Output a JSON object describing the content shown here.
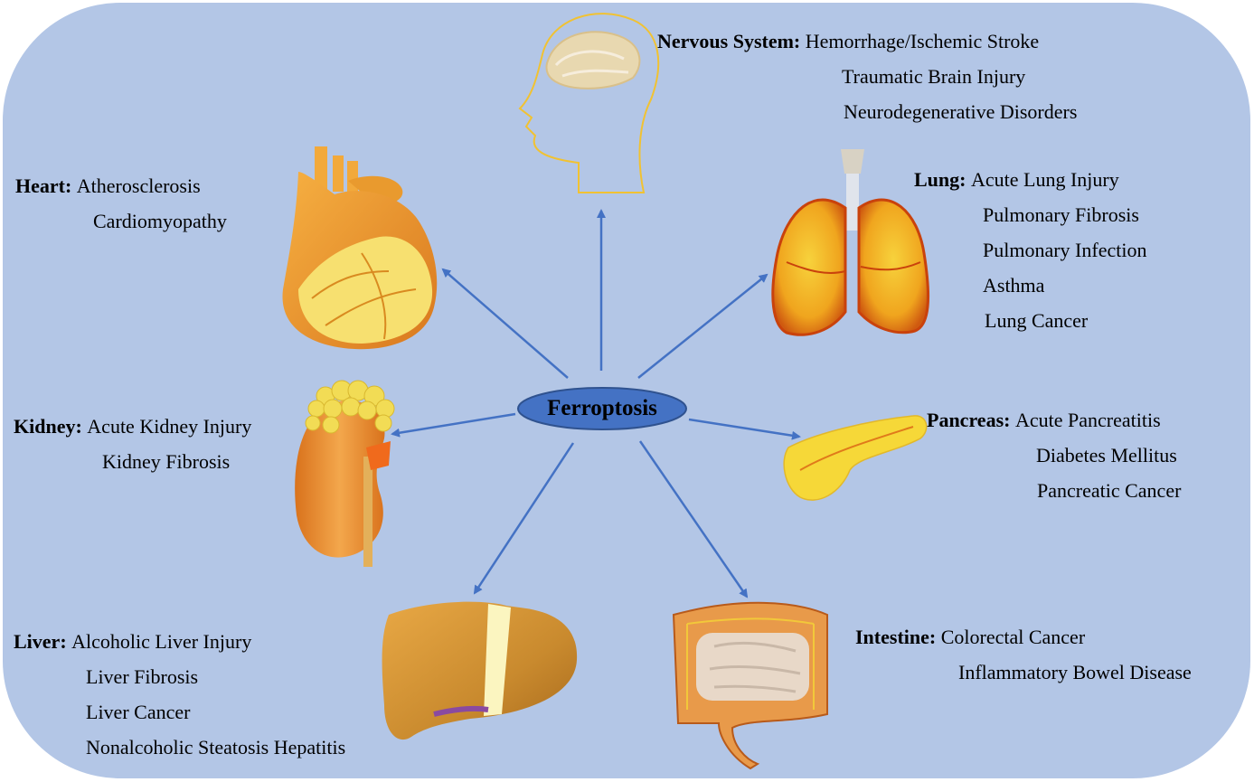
{
  "center": {
    "label": "Ferroptosis"
  },
  "colors": {
    "background": "#b3c6e6",
    "center_fill": "#4472c4",
    "arrow": "#4472c4"
  },
  "organs": {
    "nervous": {
      "name": "Nervous System:",
      "diseases": [
        "Hemorrhage/Ischemic Stroke",
        "Traumatic Brain Injury",
        "Neurodegenerative Disorders"
      ],
      "icon": "brain-head-icon"
    },
    "heart": {
      "name": "Heart:",
      "diseases": [
        "Atherosclerosis",
        "Cardiomyopathy"
      ],
      "icon": "heart-icon"
    },
    "lung": {
      "name": "Lung:",
      "diseases": [
        "Acute Lung Injury",
        "Pulmonary Fibrosis",
        "Pulmonary Infection",
        "Asthma",
        "Lung Cancer"
      ],
      "icon": "lungs-icon"
    },
    "kidney": {
      "name": "Kidney:",
      "diseases": [
        "Acute Kidney Injury",
        "Kidney Fibrosis"
      ],
      "icon": "kidney-icon"
    },
    "pancreas": {
      "name": "Pancreas:",
      "diseases": [
        "Acute Pancreatitis",
        "Diabetes Mellitus",
        "Pancreatic Cancer"
      ],
      "icon": "pancreas-icon"
    },
    "liver": {
      "name": "Liver:",
      "diseases": [
        "Alcoholic Liver Injury",
        "Liver Fibrosis",
        "Liver Cancer",
        "Nonalcoholic Steatosis Hepatitis"
      ],
      "icon": "liver-icon"
    },
    "intestine": {
      "name": "Intestine:",
      "diseases": [
        "Colorectal Cancer",
        "Inflammatory Bowel Disease"
      ],
      "icon": "intestine-icon"
    }
  }
}
